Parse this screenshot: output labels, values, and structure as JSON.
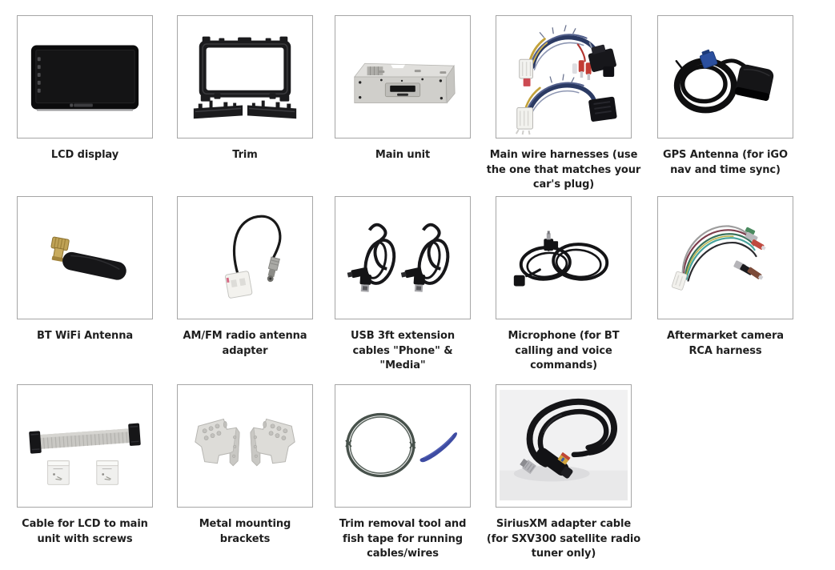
{
  "page": {
    "background_color": "#ffffff",
    "caption_color": "#1f1f1f",
    "box_border_color": "#a6a6a6"
  },
  "palette": {
    "product_black": "#141416",
    "metal_gray": "#d0cfcb",
    "gps_connector_blue": "#2b4f9e",
    "pry_tool_blue": "#3d4ba2",
    "antenna_gold": "#bfa255",
    "harness_navy": "#2b3a63",
    "rca_red": "#c23b34"
  },
  "items": [
    {
      "label": "LCD display",
      "image": "lcd-display"
    },
    {
      "label": "Trim",
      "image": "trim"
    },
    {
      "label": "Main unit",
      "image": "main-unit"
    },
    {
      "label": "Main wire harnesses (use the one that matches your car's plug)",
      "image": "main-wire-harnesses"
    },
    {
      "label": "GPS Antenna (for iGO nav and time sync)",
      "image": "gps-antenna"
    },
    {
      "label": "BT WiFi Antenna",
      "image": "bt-wifi-antenna"
    },
    {
      "label": "AM/FM radio antenna adapter",
      "image": "am-fm-antenna-adapter"
    },
    {
      "label": "USB 3ft extension cables \"Phone\" & \"Media\"",
      "image": "usb-extension-cables"
    },
    {
      "label": "Microphone (for BT calling and voice commands)",
      "image": "microphone"
    },
    {
      "label": "Aftermarket camera RCA harness",
      "image": "camera-rca-harness"
    },
    {
      "label": "Cable for LCD to main unit with screws",
      "image": "lcd-cable-with-screws"
    },
    {
      "label": "Metal mounting brackets",
      "image": "metal-mounting-brackets"
    },
    {
      "label": "Trim removal tool and fish tape for running cables/wires",
      "image": "trim-tool-fish-tape"
    },
    {
      "label": "SiriusXM adapter cable (for SXV300 satellite radio tuner only)",
      "image": "siriusxm-adapter-cable"
    }
  ]
}
